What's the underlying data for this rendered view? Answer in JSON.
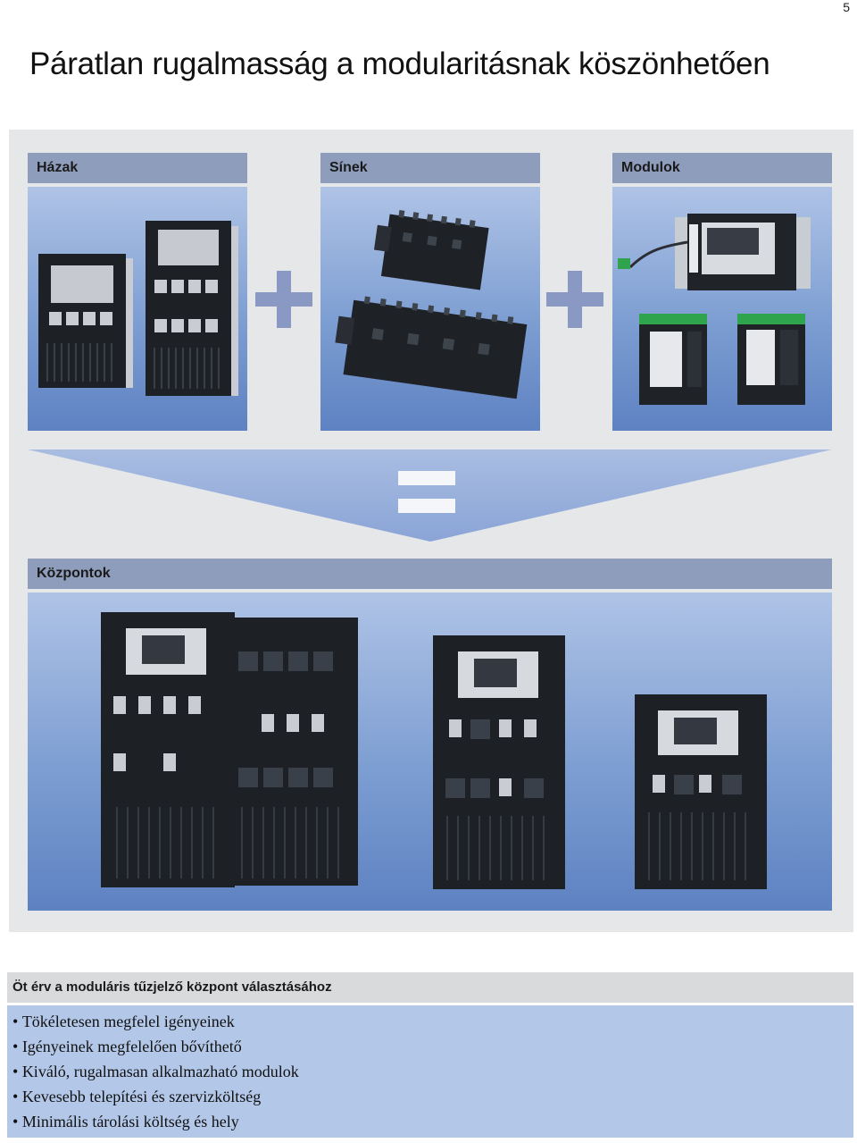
{
  "page": {
    "number": "5",
    "title": "Páratlan rugalmasság a modularitásnak köszönhetően"
  },
  "sections": {
    "housings": "Házak",
    "rails": "Sínek",
    "modules": "Modulok",
    "panels": "Központok"
  },
  "reasons": {
    "title": "Öt érv a moduláris tűzjelző központ választásához",
    "items": [
      "Tökéletesen megfelel igényeinek",
      "Igényeinek megfelelően bővíthető",
      "Kiváló, rugalmasan alkalmazható modulok",
      "Kevesebb telepítési és szervizköltség",
      "Minimális tárolási költség és hely"
    ]
  },
  "colors": {
    "header_bar": "#8f9dbd",
    "panel_top": "#afc3e6",
    "panel_bottom": "#5e82c2",
    "symbol": "#8a98c4",
    "list_background": "#b3c7e8"
  },
  "icons": [
    "plus-icon",
    "equals-icon"
  ]
}
